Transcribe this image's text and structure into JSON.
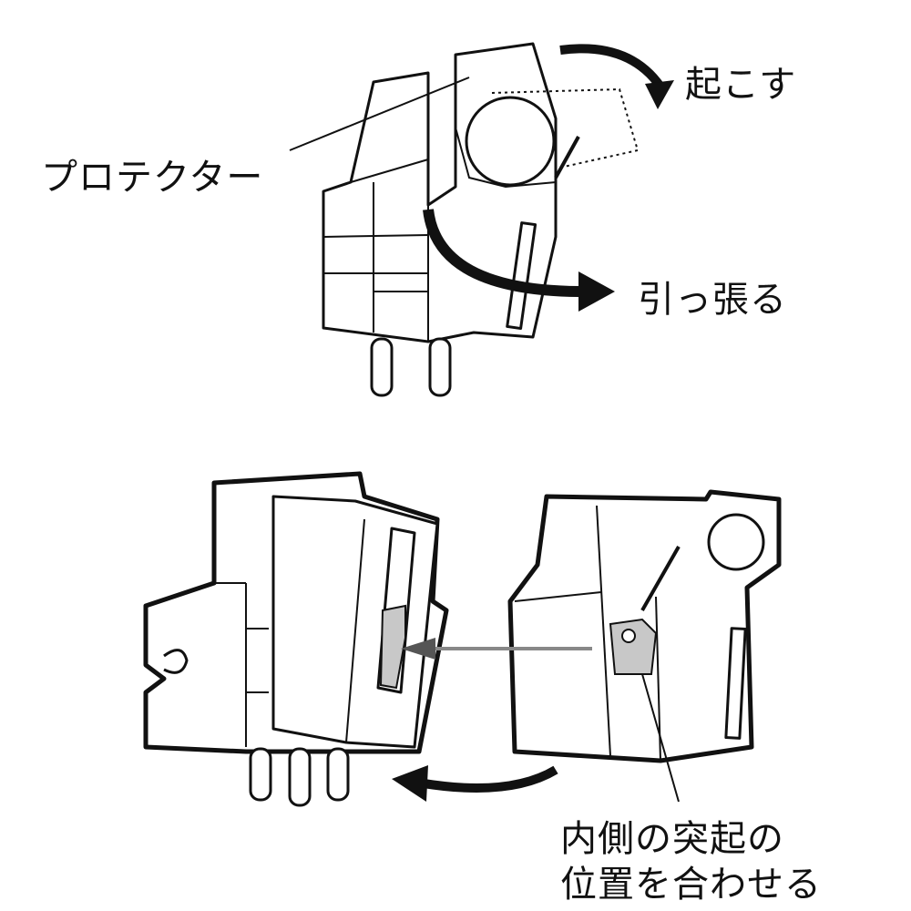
{
  "top_figure": {
    "labels": {
      "raise": "起こす",
      "protector": "プロテクター",
      "pull": "引っ張る"
    }
  },
  "bottom_figure": {
    "labels": {
      "align_line1": "内側の突起の",
      "align_line2": "位置を合わせる"
    }
  },
  "colors": {
    "line": "#111111",
    "fill": "#ffffff",
    "shade": "#c8c8c8",
    "arrow_gray": "#888888"
  }
}
